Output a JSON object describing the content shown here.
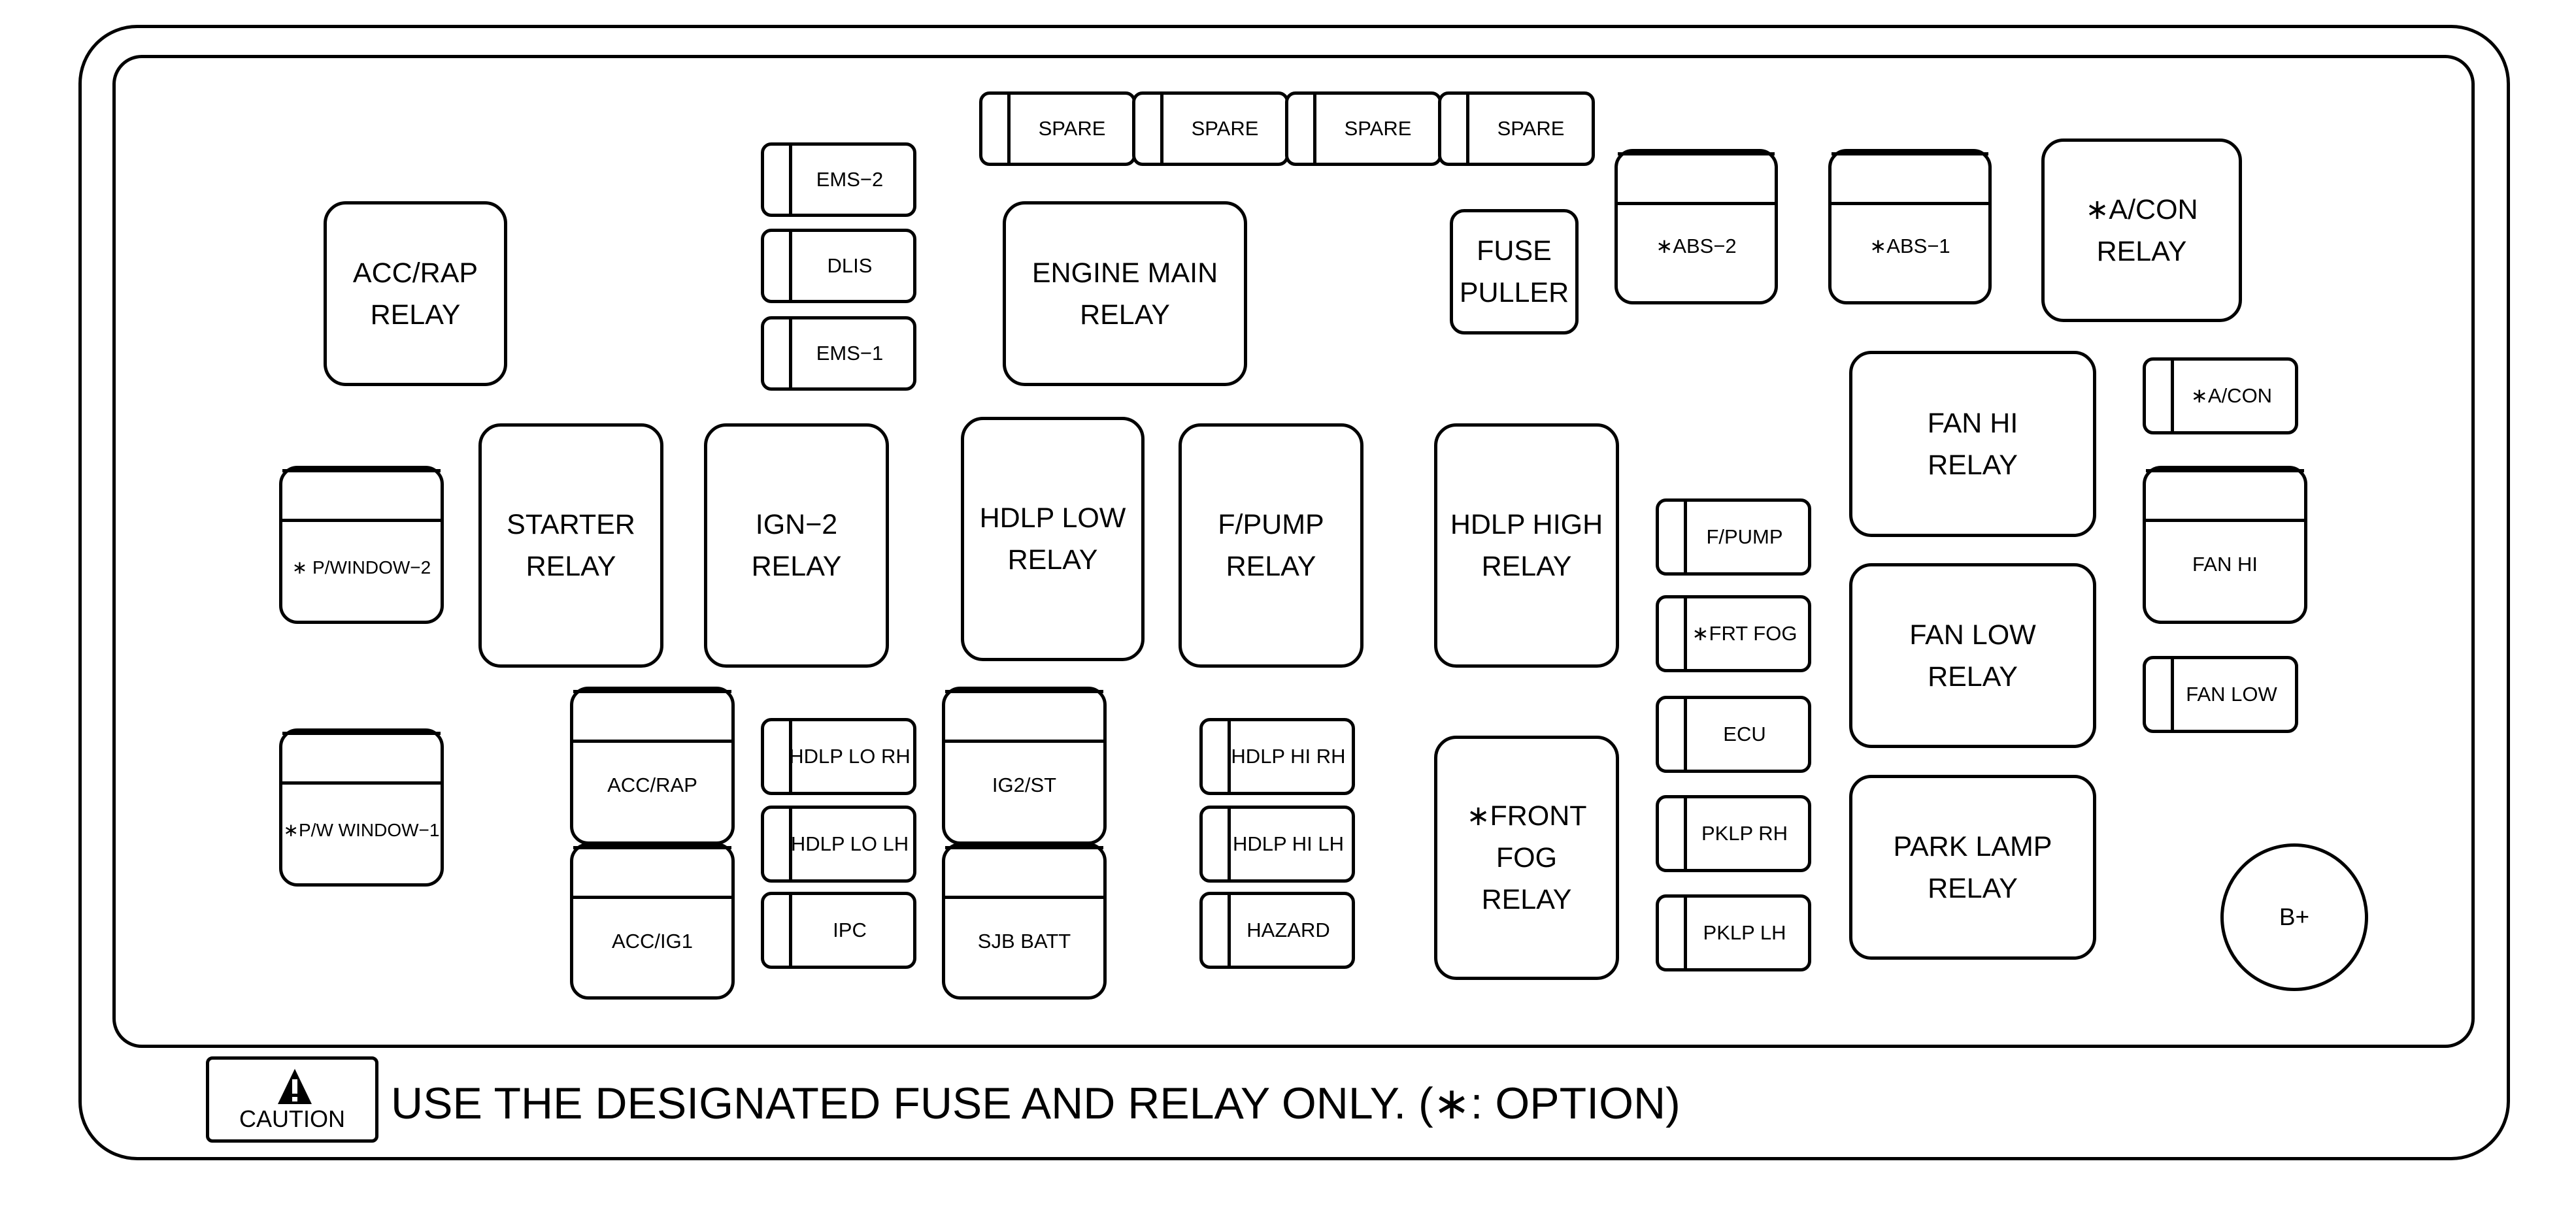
{
  "relays": {
    "acc_rap": "ACC/RAP\nRELAY",
    "engine_main": "ENGINE MAIN\nRELAY",
    "fuse_puller": "FUSE\nPULLER",
    "a_con": "∗A/CON\nRELAY",
    "starter": "STARTER\nRELAY",
    "ign2": "IGN−2\nRELAY",
    "hdlp_low": "HDLP LOW\nRELAY",
    "f_pump": "F/PUMP\nRELAY",
    "hdlp_high": "HDLP HIGH\nRELAY",
    "fan_hi": "FAN HI\nRELAY",
    "fan_low": "FAN LOW\nRELAY",
    "park_lamp": "PARK LAMP\nRELAY",
    "front_fog": "∗FRONT FOG\nRELAY"
  },
  "fuses": {
    "spare1": "SPARE",
    "spare2": "SPARE",
    "spare3": "SPARE",
    "spare4": "SPARE",
    "ems2": "EMS−2",
    "dlis": "DLIS",
    "ems1": "EMS−1",
    "a_con_fuse": "∗A/CON",
    "f_pump_fuse": "F/PUMP",
    "frt_fog": "∗FRT FOG",
    "ecu": "ECU",
    "pklp_rh": "PKLP RH",
    "pklp_lh": "PKLP LH",
    "hdlp_lo_rh": "HDLP LO RH",
    "hdlp_lo_lh": "HDLP LO LH",
    "ipc": "IPC",
    "hdlp_hi_rh": "HDLP HI RH",
    "hdlp_hi_lh": "HDLP HI LH",
    "hazard": "HAZARD",
    "fan_low_fuse": "FAN LOW"
  },
  "maxi_fuses": {
    "abs2": "∗ABS−2",
    "abs1": "∗ABS−1",
    "p_window2": "∗ P/WINDOW−2",
    "p_w_window1": "∗P/W WINDOW−1",
    "acc_rap": "ACC/RAP",
    "acc_ig1": "ACC/IG1",
    "ig2_st": "IG2/ST",
    "sjb_batt": "SJB BATT",
    "fan_hi": "FAN HI"
  },
  "terminal": {
    "b_plus": "B+"
  },
  "caution": {
    "badge": "CAUTION",
    "note": "USE THE DESIGNATED FUSE AND RELAY ONLY. (∗: OPTION)",
    "icon": "warning-triangle-icon"
  }
}
